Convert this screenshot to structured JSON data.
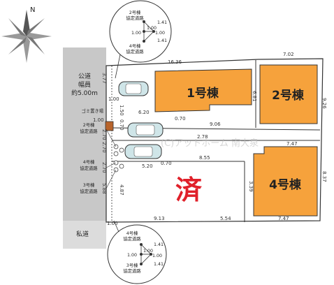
{
  "compass": {
    "north_label": "N"
  },
  "public_road": {
    "line1": "公道",
    "line2": "幅員",
    "line3": "約5.00m"
  },
  "private_road": "私道",
  "garbage": "ゴミ置き場",
  "sold_mark": "済",
  "watermark": "(C)アットホーム 南大泉",
  "buildings": [
    {
      "label": "1号棟"
    },
    {
      "label": "2号棟"
    },
    {
      "label": "4号棟"
    }
  ],
  "easement_labels": {
    "b2_line1": "2号棟",
    "b2_line2": "協定道路",
    "b4_line1": "4号棟",
    "b4_line2": "協定道路",
    "b3_line1": "3号棟",
    "b3_line2": "協定道路"
  },
  "top_callout": {
    "upper_line1": "2号棟",
    "upper_line2": "協定道路",
    "lower_line1": "4号棟",
    "lower_line2": "協定道路",
    "d1": "1.41",
    "d2": "1.00",
    "d3": "1.00",
    "d4": "1.00",
    "d5": "1.41"
  },
  "bottom_callout": {
    "upper_line1": "4号棟",
    "upper_line2": "協定道路",
    "lower_line1": "3号棟",
    "lower_line2": "協定道路",
    "d1": "1.41",
    "d2": "1.00",
    "d3": "1.00",
    "d4": "1.00",
    "d5": "1.41"
  },
  "dimensions": {
    "top_1636": "16.36",
    "top_702": "7.02",
    "right_926": "9.26",
    "right_837": "8.37",
    "mid_906": "9.06",
    "mid_278": "2.78",
    "mid_747": "7.47",
    "mid_855": "8.55",
    "bot_913": "9.13",
    "bot_554": "5.54",
    "bot_747": "7.47",
    "l_377": "3.77",
    "l_100a": "1.00",
    "l_150": "1.50",
    "l_100b": "1.00",
    "l_270a": "2.70",
    "l_270b": "2.70",
    "l_270c": "2.70",
    "l_588": "5.88",
    "l_487": "4.87",
    "l_100c": "1.00",
    "d_620": "6.20",
    "d_070a": "0.70",
    "d_070b": "0.70",
    "d_520": "5.20",
    "d_070c": "0.70",
    "d_681": "6.81",
    "d_339": "3.39"
  }
}
